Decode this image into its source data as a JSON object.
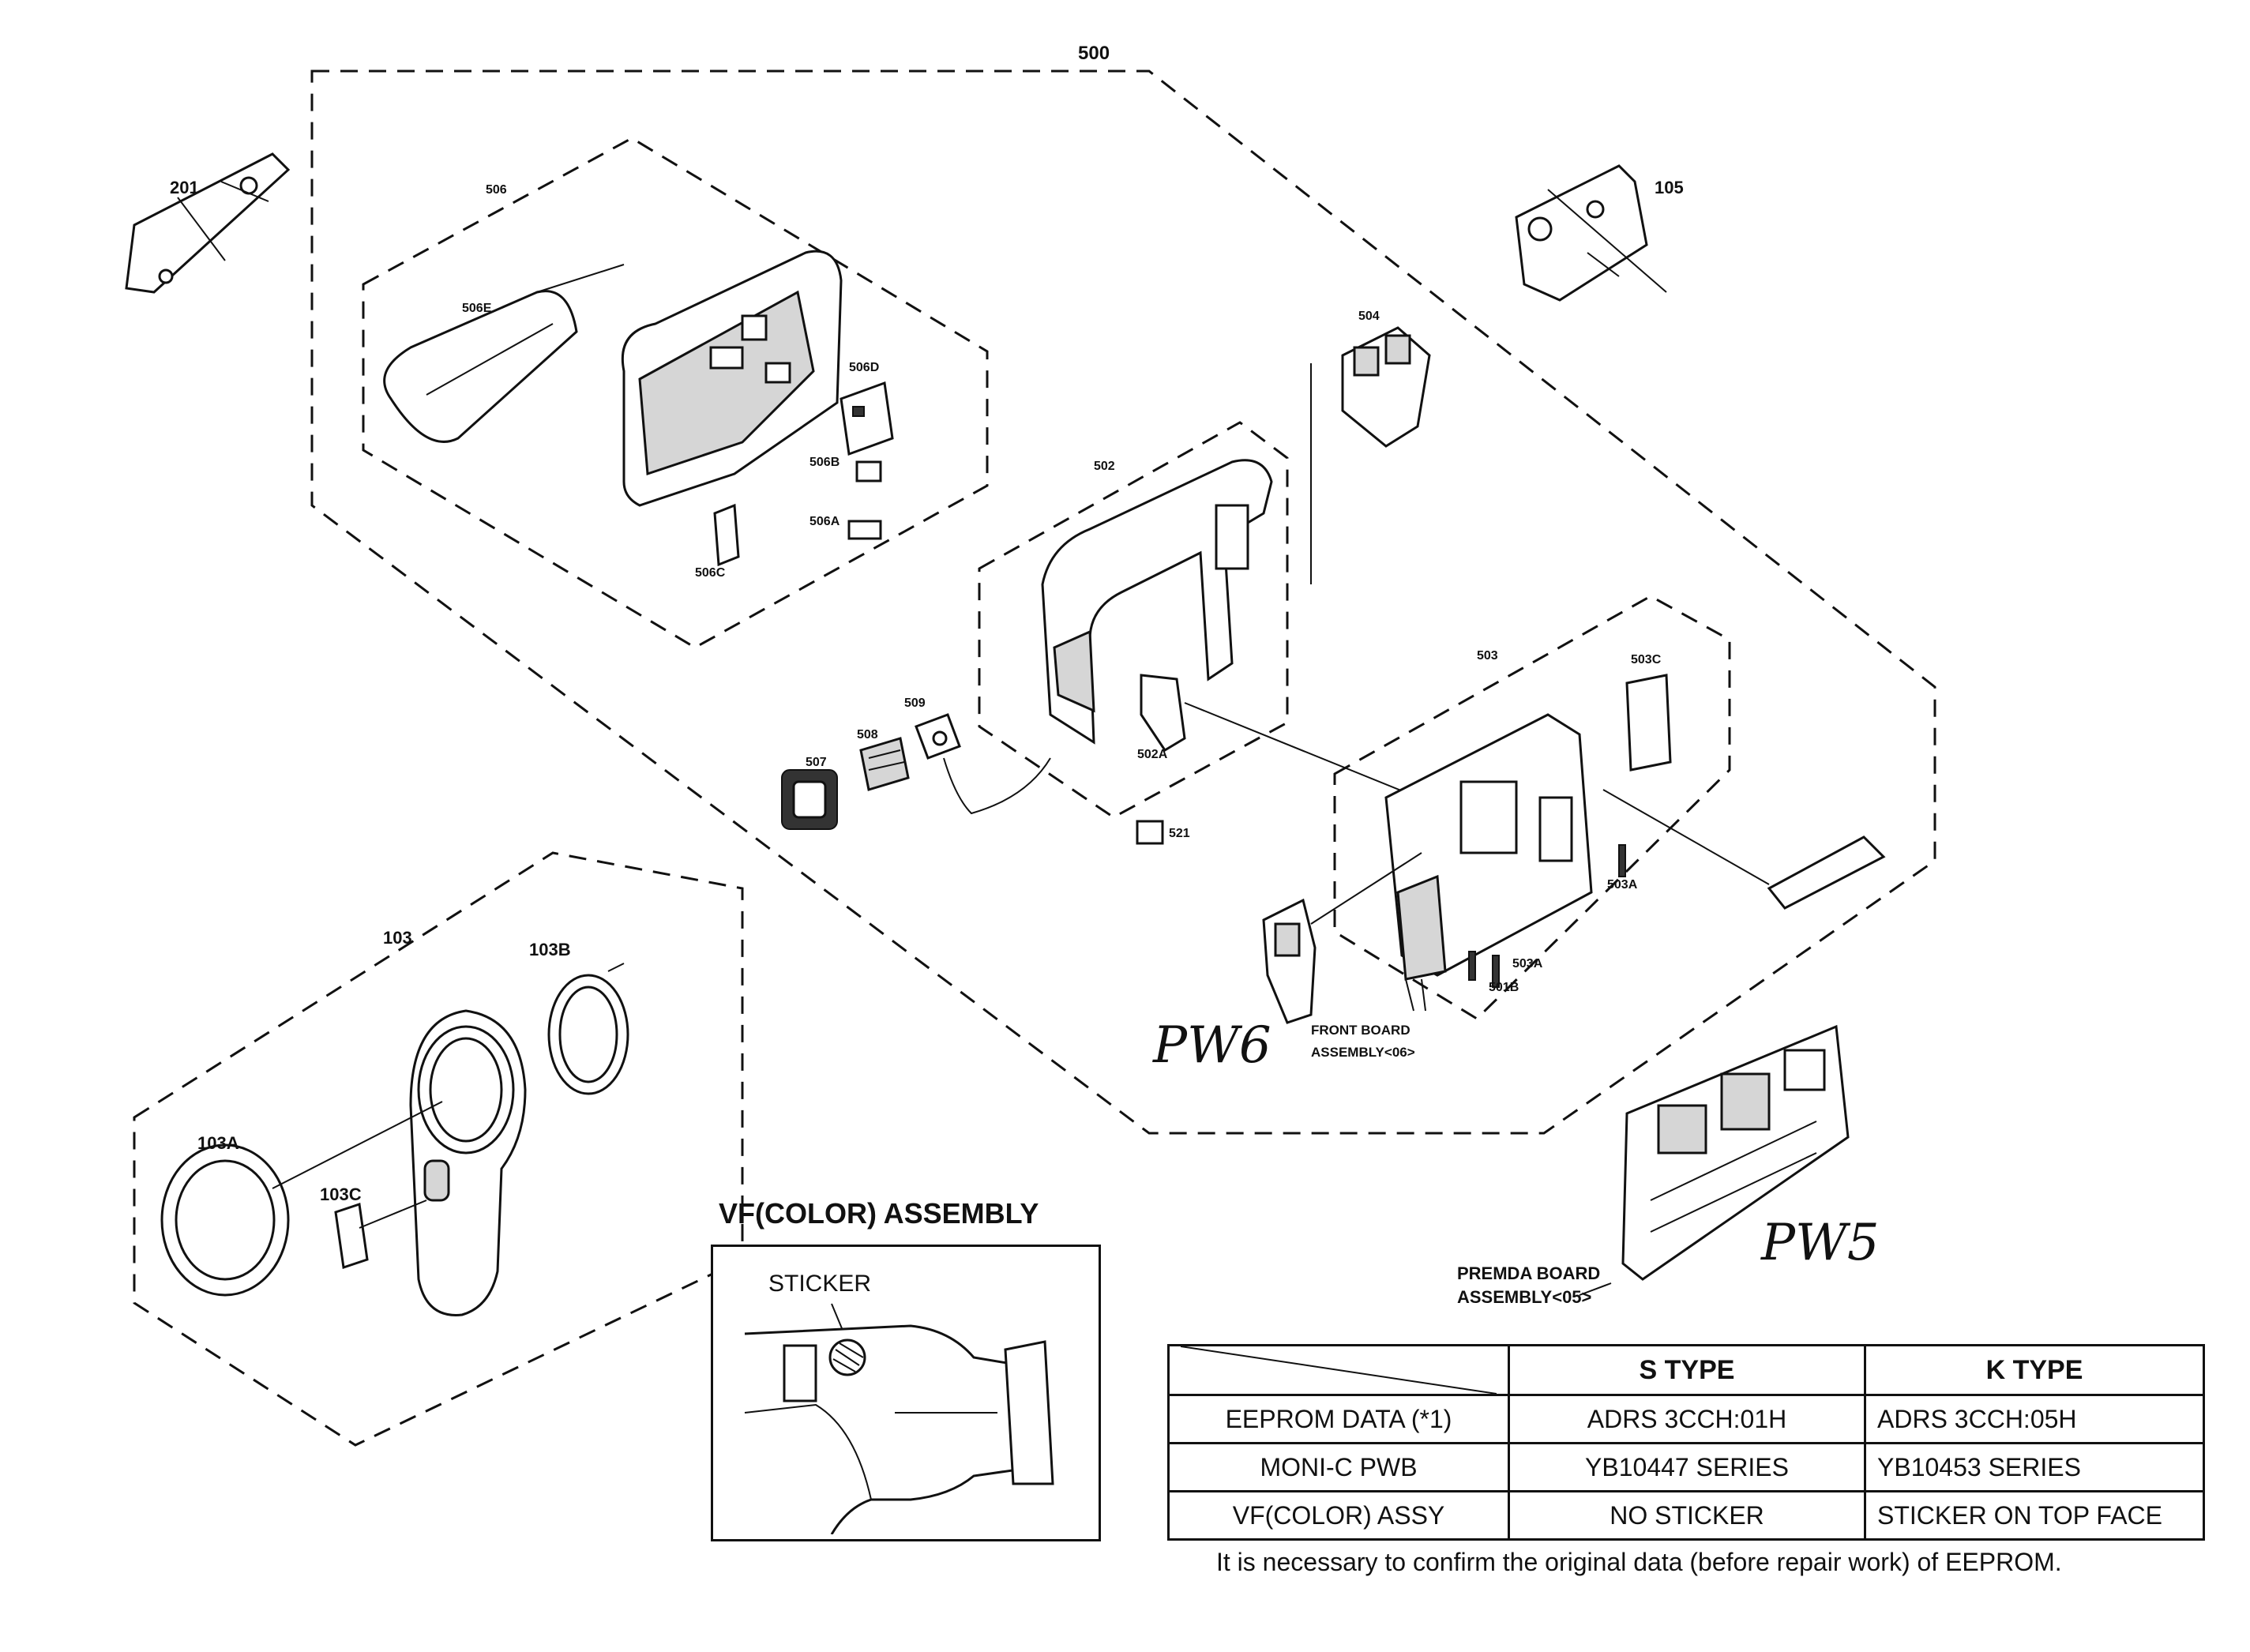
{
  "labels": {
    "assy_500": "500",
    "p201": "201",
    "p506": "506",
    "p506E": "506E",
    "p506D": "506D",
    "p506B": "506B",
    "p506A": "506A",
    "p506C": "506C",
    "p105": "105",
    "p504": "504",
    "p502": "502",
    "p502A": "502A",
    "p509": "509",
    "p508": "508",
    "p507": "507",
    "p521": "521",
    "p503": "503",
    "p503C": "503C",
    "p503A_1": "503A",
    "p503A_2": "503A",
    "p501B": "501B",
    "p103": "103",
    "p103B": "103B",
    "p103A": "103A",
    "p103C": "103C",
    "front_board_1": "FRONT BOARD",
    "front_board_2": "ASSEMBLY<06>",
    "premda_board_1": "PREMDA BOARD",
    "premda_board_2": "ASSEMBLY<05>",
    "hand_pw6": "PW6",
    "hand_pw5": "PW5"
  },
  "vf": {
    "title": "VF(COLOR) ASSEMBLY",
    "sticker": "STICKER"
  },
  "table": {
    "headers": [
      "S TYPE",
      "K TYPE"
    ],
    "rows": [
      {
        "label": "EEPROM DATA (*1)",
        "s": "ADRS 3CCH:01H",
        "k": "ADRS 3CCH:05H"
      },
      {
        "label": "MONI-C PWB",
        "s": "YB10447 SERIES",
        "k": "YB10453 SERIES"
      },
      {
        "label": "VF(COLOR) ASSY",
        "s": "NO STICKER",
        "k": "STICKER ON TOP FACE"
      }
    ],
    "note": "It is necessary to confirm the original data (before repair work) of EEPROM."
  }
}
